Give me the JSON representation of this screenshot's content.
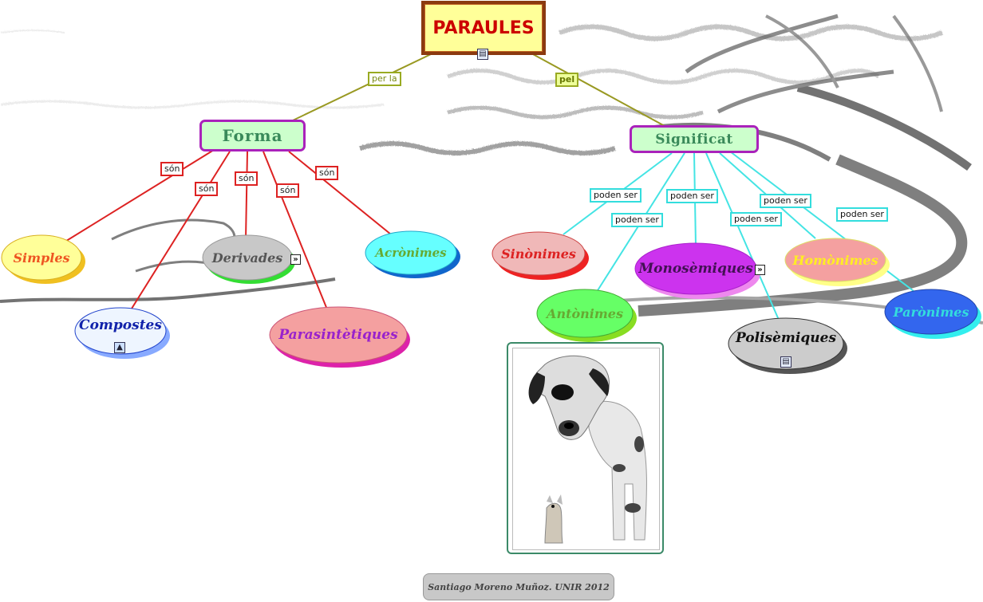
{
  "diagram": {
    "root": {
      "label": "PARAULES"
    },
    "branches": {
      "forma": {
        "label": "Forma",
        "link_label": "per la",
        "children": [
          {
            "id": "simples",
            "label": "Simples"
          },
          {
            "id": "compostes",
            "label": "Compostes"
          },
          {
            "id": "derivades",
            "label": "Derivades"
          },
          {
            "id": "parasintetiques",
            "label": "Parasintètiques"
          },
          {
            "id": "acronimes",
            "label": "Acrònimes"
          }
        ],
        "child_link_label": "són"
      },
      "significat": {
        "label": "Significat",
        "link_label": "pel",
        "children": [
          {
            "id": "sinonimes",
            "label": "Sinònimes"
          },
          {
            "id": "antonimes",
            "label": "Antònimes"
          },
          {
            "id": "monosemiques",
            "label": "Monosèmiques"
          },
          {
            "id": "polisemiques",
            "label": "Polisèmiques"
          },
          {
            "id": "homonimes",
            "label": "Homònimes"
          },
          {
            "id": "paronimes",
            "label": "Parònimes"
          }
        ],
        "child_link_label": "poden ser"
      }
    },
    "icons": {
      "note": "note-icon",
      "image": "image-icon",
      "expand": "expand-arrow-icon"
    },
    "colors": {
      "olive_link": "#999922",
      "red_link": "#dd2222",
      "cyan_link": "#44e4e4"
    }
  },
  "footer": {
    "credit": "Santiago Moreno Muñoz. UNIR 2012"
  }
}
